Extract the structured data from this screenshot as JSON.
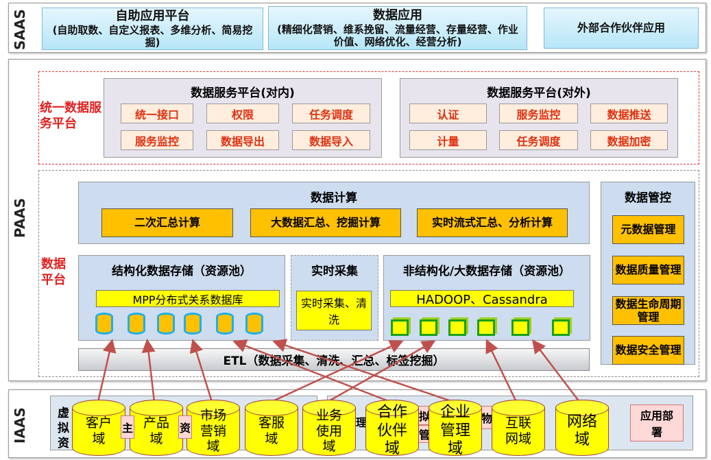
{
  "saas": {
    "label": "SAAS",
    "boxes": [
      {
        "title": "自助应用平台",
        "desc": "(自助取数、自定义报表、多维分析、简易挖掘)"
      },
      {
        "title": "数据应用",
        "desc": "(精细化营销、维系挽留、流量经营、存量经营、作业价值、网络优化、经营分析)"
      },
      {
        "title": "外部合作伙伴应用",
        "desc": ""
      }
    ]
  },
  "paas": {
    "label": "PAAS",
    "service": {
      "label": "统一数据服务平台",
      "internal": {
        "title": "数据服务平台(对内)",
        "items": [
          "统一接口",
          "权限",
          "任务调度",
          "服务监控",
          "数据导出",
          "数据导入"
        ]
      },
      "external": {
        "title": "数据服务平台(对外)",
        "items": [
          "认证",
          "服务监控",
          "数据推送",
          "计量",
          "任务调度",
          "数据加密"
        ]
      }
    },
    "data_platform": {
      "label": "数据平台",
      "compute": {
        "title": "数据计算",
        "items": [
          "二次汇总计算",
          "大数据汇总、挖掘计算",
          "实时流式汇总、分析计算"
        ]
      },
      "structured": {
        "title": "结构化数据存储（资源池）",
        "db": "MPP分布式关系数据库"
      },
      "realtime": {
        "title": "实时采集",
        "item": "实时采集、清洗"
      },
      "unstructured": {
        "title": "非结构化/大数据存储（资源池）",
        "db": "HADOOP、Cassandra"
      },
      "etl": "ETL（数据采集、清洗、汇总、标签挖掘）",
      "governance": {
        "title": "数据管控",
        "items": [
          "元数据管理",
          "数据质量管理",
          "数据生命周期管理",
          "数据安全管理"
        ]
      }
    }
  },
  "iaas": {
    "label": "IAAS",
    "left_label": "虚拟资",
    "partial": [
      "主",
      "资",
      "理",
      "拟",
      "管",
      "物"
    ],
    "deploy": "应用部署",
    "domains": [
      "客户域",
      "产品域",
      "市场营销域",
      "客服域",
      "业务使用域",
      "合作伙伴域",
      "企业管理域",
      "互联网域",
      "网络域"
    ]
  },
  "colors": {
    "red": "#e02020",
    "orange": "#ffc000",
    "yellow": "#ffff00",
    "arrow": "#c0504d"
  }
}
